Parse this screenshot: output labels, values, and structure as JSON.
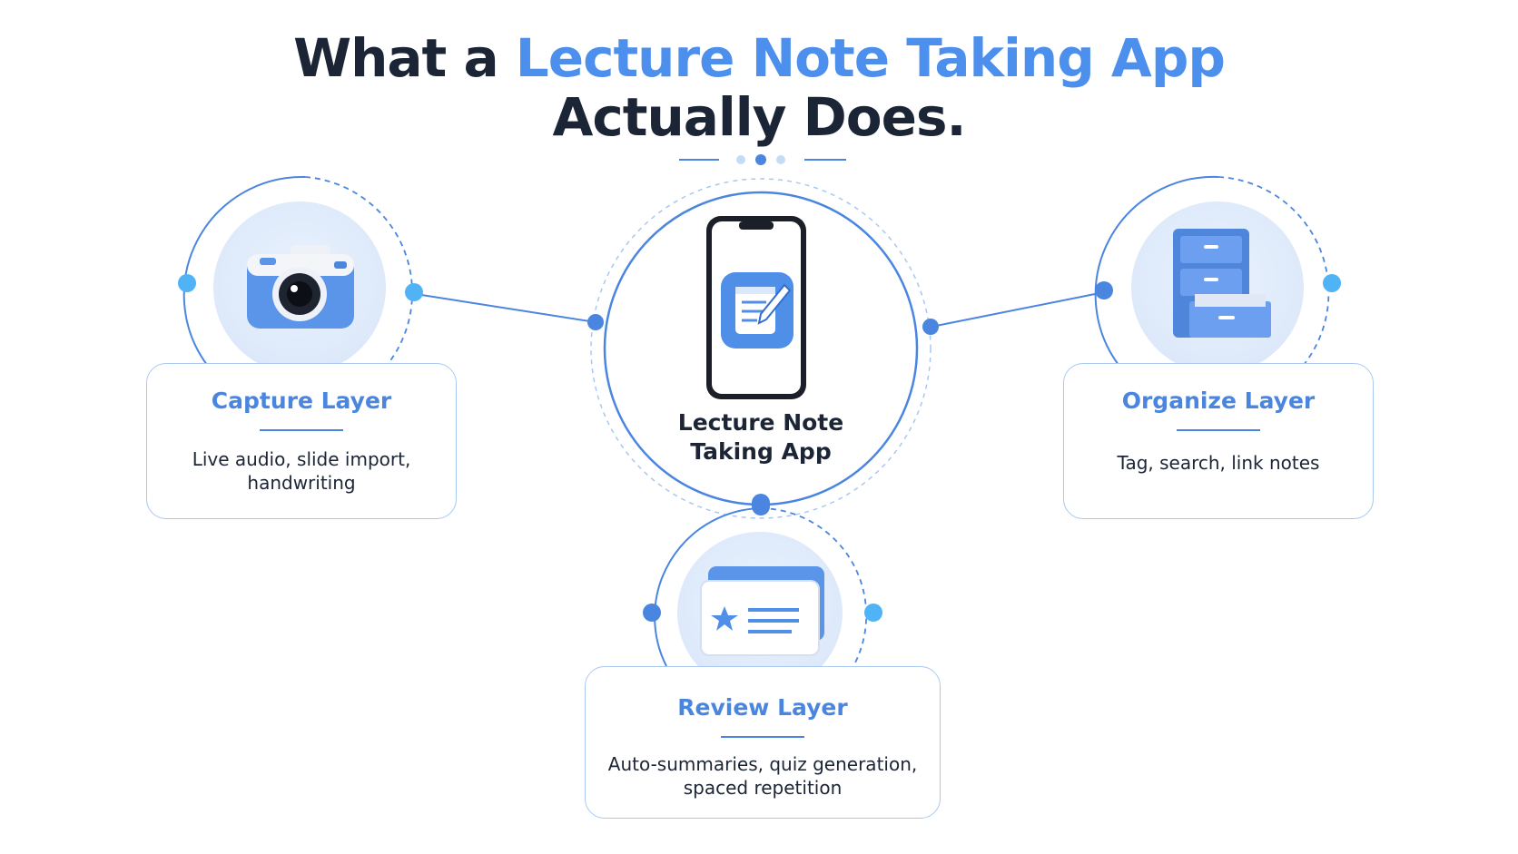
{
  "title": {
    "line1_prefix": "What a ",
    "line1_highlight": "Lecture Note Taking App",
    "line2": "Actually Does."
  },
  "center": {
    "label_line1": "Lecture Note",
    "label_line2": "Taking App",
    "icon": "notepad-pencil-icon"
  },
  "layers": [
    {
      "id": "capture",
      "title": "Capture Layer",
      "desc_line1": "Live audio, slide import,",
      "desc_line2": "handwriting",
      "icon": "camera-icon"
    },
    {
      "id": "organize",
      "title": "Organize Layer",
      "desc_line1": "Tag, search, link notes",
      "desc_line2": "",
      "icon": "filing-cabinet-icon"
    },
    {
      "id": "review",
      "title": "Review Layer",
      "desc_line1": "Auto-summaries, quiz generation,",
      "desc_line2": "spaced repetition",
      "icon": "flashcards-icon"
    }
  ],
  "colors": {
    "accent": "#4d8fec",
    "line": "#4a86df",
    "card_border": "#a9c8f1",
    "dot": "#4fb3f5",
    "text_dark": "#1c2536"
  }
}
